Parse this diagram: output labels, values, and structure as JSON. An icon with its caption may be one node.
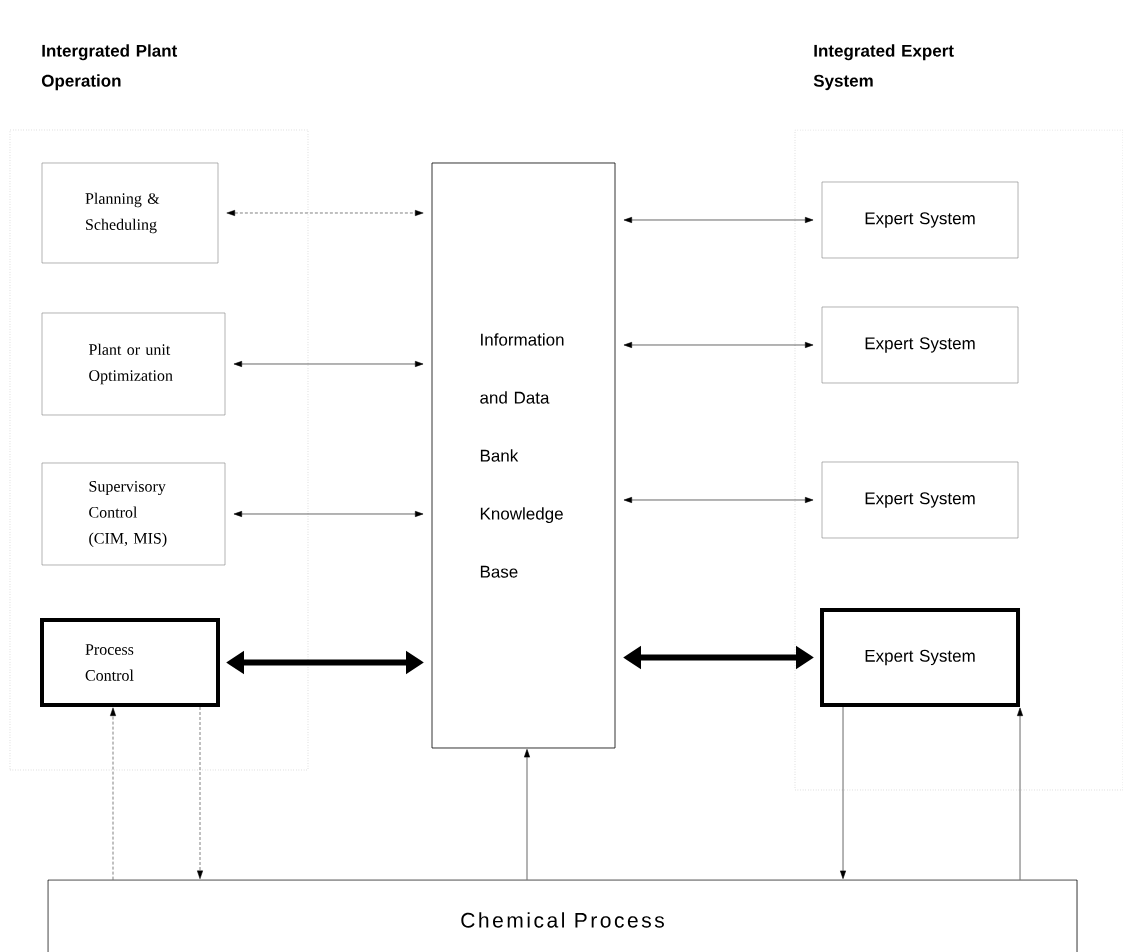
{
  "diagram": {
    "nodes": [
      {
        "text": [
          "Intergrated Plant Operation"
        ]
      },
      {
        "text": [
          "Planning & Scheduling"
        ],
        "in": 0
      },
      {
        "text": [
          "Plant or unit Optimization"
        ],
        "in": 0
      },
      {
        "text": [
          "Supervisory Control (CIM, MIS)"
        ],
        "in": 0
      },
      {
        "text": [
          "Process Control"
        ],
        "in": 0
      },
      {
        "text": [
          "Information and Data Bank Knowledge Base"
        ]
      },
      {
        "text": [
          "Integrated Expert System"
        ]
      },
      {
        "text": [
          "Expert System"
        ],
        "in": 6
      },
      {
        "text": [
          "Expert System"
        ],
        "in": 6
      },
      {
        "text": [
          "Expert System"
        ],
        "in": 6
      },
      {
        "text": [
          "Expert System"
        ],
        "in": 6
      },
      {
        "text": [
          "Chemical Process"
        ]
      }
    ],
    "edges": [
      {
        "from": 1,
        "to": 5,
        "arrow": "both",
        "style": "dashed"
      },
      {
        "from": 2,
        "to": 5,
        "arrow": "both"
      },
      {
        "from": 3,
        "to": 5,
        "arrow": "both"
      },
      {
        "from": 4,
        "to": 5,
        "arrow": "both",
        "style": "thick"
      },
      {
        "from": 5,
        "to": 7,
        "arrow": "both"
      },
      {
        "from": 5,
        "to": 8,
        "arrow": "both"
      },
      {
        "from": 5,
        "to": 9,
        "arrow": "both"
      },
      {
        "from": 5,
        "to": 10,
        "arrow": "both",
        "style": "thick"
      },
      {
        "from": 11,
        "to": 4,
        "arrow": "to",
        "style": "dashed"
      },
      {
        "from": 4,
        "to": 11,
        "arrow": "to",
        "style": "dashed"
      },
      {
        "from": 11,
        "to": 5,
        "arrow": "to"
      },
      {
        "from": 10,
        "to": 11,
        "arrow": "to"
      },
      {
        "from": 11,
        "to": 10,
        "arrow": "to"
      }
    ]
  }
}
